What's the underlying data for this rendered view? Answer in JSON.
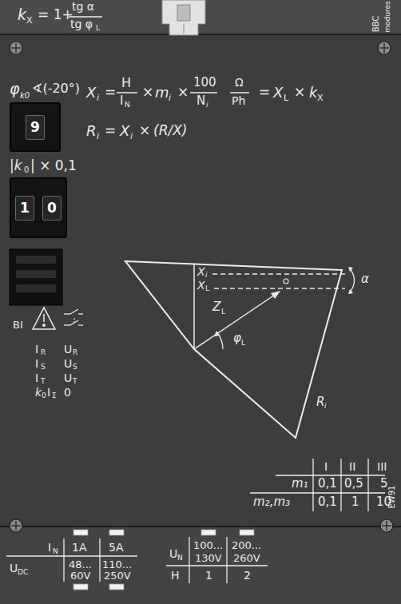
{
  "diagram": {
    "nodes": [
      {
        "text": [
          "9"
        ]
      },
      {
        "text": [
          "1",
          "0"
        ]
      }
    ],
    "labels": [
      "k",
      "X",
      "= 1+",
      "tg α",
      "tg φ",
      "L",
      "BBC",
      "modures",
      "φ",
      "k0",
      "∢(-20°)",
      "|k",
      "0",
      "| × 0,1",
      "BI",
      "I",
      "R",
      "U",
      "R",
      "I",
      "S",
      "U",
      "S",
      "I",
      "T",
      "U",
      "T",
      "k",
      "0",
      "I",
      "Σ",
      "0",
      "X",
      "i",
      "=",
      "H",
      "I",
      "N",
      "×",
      "m",
      "i",
      "×",
      "100",
      "N",
      "i",
      "Ω",
      "Ph",
      "=",
      "X",
      "L",
      "×",
      "k",
      "X",
      "R",
      "i",
      "=",
      "X",
      "i",
      "×",
      "(R/X)",
      "X",
      "i",
      "X",
      "L",
      "α",
      "Z",
      "L",
      "φ",
      "L",
      "R",
      "i",
      "I",
      "II",
      "III",
      "m₁",
      "0,1",
      "0,5",
      "5",
      "m₂,m₃",
      "0,1",
      "1",
      "10",
      "I",
      "N",
      "1A",
      "5A",
      "U",
      "DC",
      "48...",
      "60V",
      "110...",
      "250V",
      "U",
      "N",
      "100...",
      "130V",
      "200...",
      "260V",
      "H",
      "1",
      "2",
      "EW91"
    ]
  }
}
